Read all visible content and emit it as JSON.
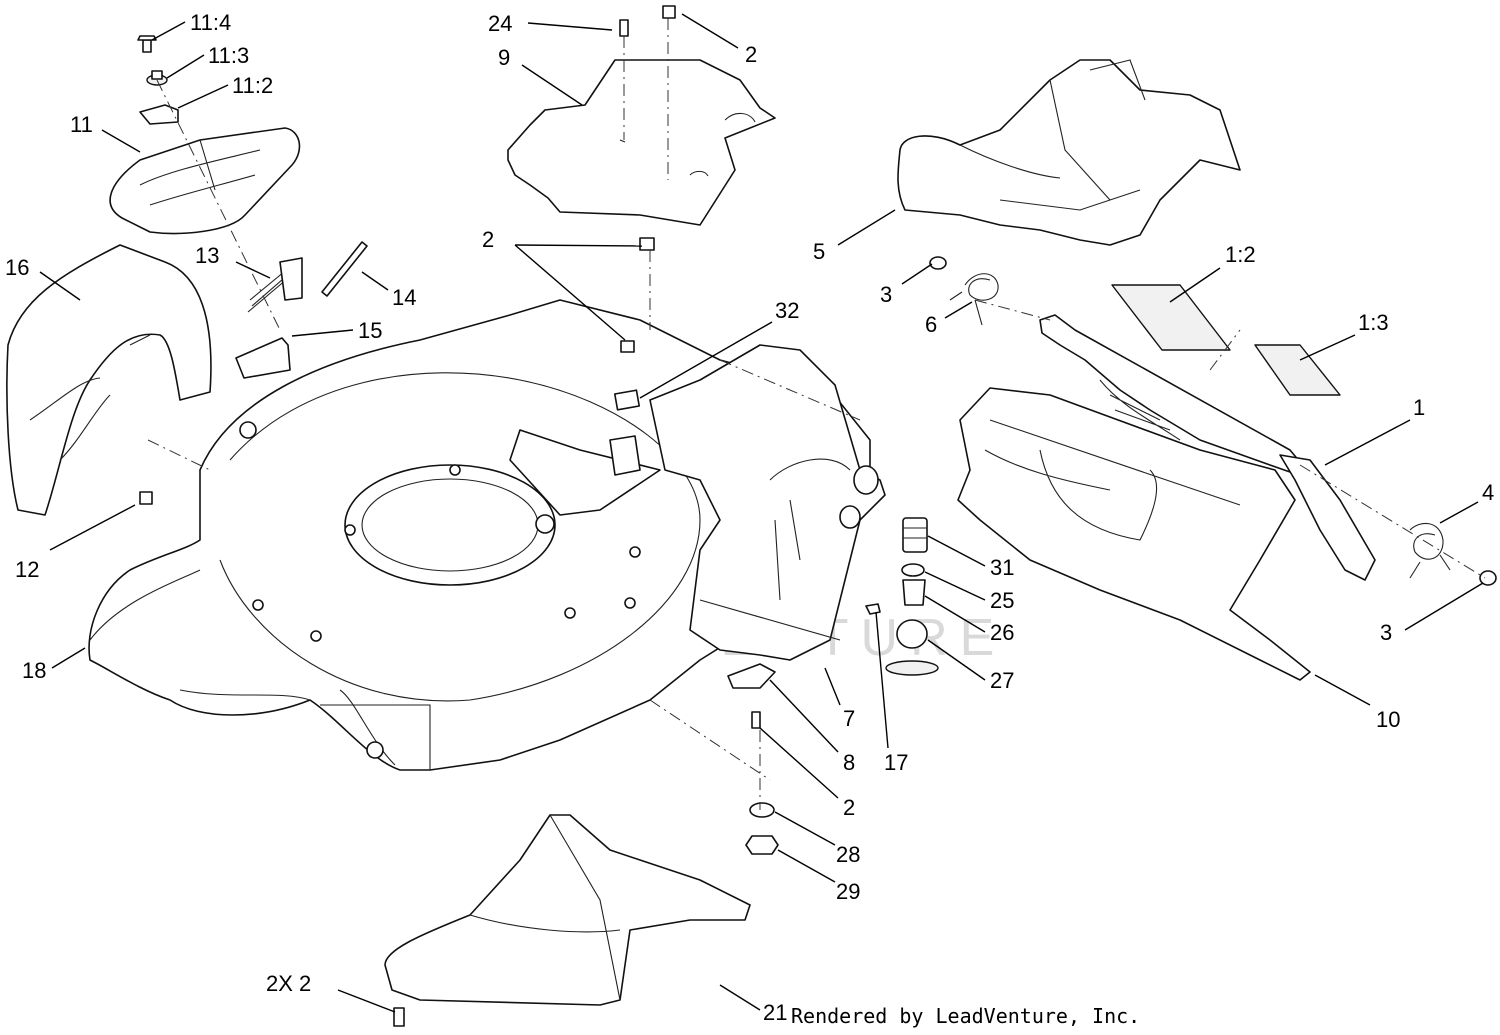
{
  "watermark": {
    "text": "LEADVENTURE"
  },
  "credit": "Rendered by LeadVenture, Inc.",
  "callouts": [
    {
      "id": "c-11-4",
      "text": "11:4"
    },
    {
      "id": "c-11-3",
      "text": "11:3"
    },
    {
      "id": "c-11-2",
      "text": "11:2"
    },
    {
      "id": "c-11",
      "text": "11"
    },
    {
      "id": "c-24",
      "text": "24"
    },
    {
      "id": "c-2-top",
      "text": "2"
    },
    {
      "id": "c-9",
      "text": "9"
    },
    {
      "id": "c-16",
      "text": "16"
    },
    {
      "id": "c-13",
      "text": "13"
    },
    {
      "id": "c-14",
      "text": "14"
    },
    {
      "id": "c-15",
      "text": "15"
    },
    {
      "id": "c-2-mid",
      "text": "2"
    },
    {
      "id": "c-32",
      "text": "32"
    },
    {
      "id": "c-5",
      "text": "5"
    },
    {
      "id": "c-3-left",
      "text": "3"
    },
    {
      "id": "c-6",
      "text": "6"
    },
    {
      "id": "c-1-2",
      "text": "1:2"
    },
    {
      "id": "c-1-3",
      "text": "1:3"
    },
    {
      "id": "c-1",
      "text": "1"
    },
    {
      "id": "c-4",
      "text": "4"
    },
    {
      "id": "c-3-right",
      "text": "3"
    },
    {
      "id": "c-10",
      "text": "10"
    },
    {
      "id": "c-12",
      "text": "12"
    },
    {
      "id": "c-18",
      "text": "18"
    },
    {
      "id": "c-31",
      "text": "31"
    },
    {
      "id": "c-25",
      "text": "25"
    },
    {
      "id": "c-26",
      "text": "26"
    },
    {
      "id": "c-27",
      "text": "27"
    },
    {
      "id": "c-7",
      "text": "7"
    },
    {
      "id": "c-8",
      "text": "8"
    },
    {
      "id": "c-17",
      "text": "17"
    },
    {
      "id": "c-2-low",
      "text": "2"
    },
    {
      "id": "c-28",
      "text": "28"
    },
    {
      "id": "c-29",
      "text": "29"
    },
    {
      "id": "c-2x",
      "text": "2X  2"
    },
    {
      "id": "c-21",
      "text": "21"
    }
  ]
}
